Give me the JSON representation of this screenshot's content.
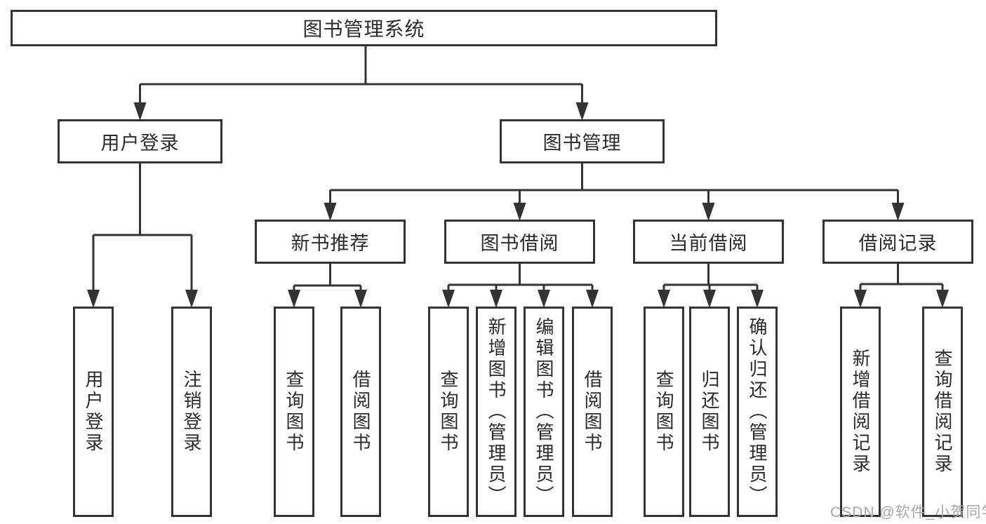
{
  "colors": {
    "background": "#ffffff",
    "line": "#333333",
    "box_border": "#333333",
    "box_fill": "#ffffff",
    "text": "#2b2b2b",
    "watermark": "#a8a8a8"
  },
  "root": {
    "label": "图书管理系统"
  },
  "branches": [
    {
      "label": "用户登录",
      "leaves": [
        "用户登录",
        "注销登录"
      ]
    },
    {
      "label": "图书管理",
      "groups": [
        {
          "label": "新书推荐",
          "leaves": [
            "查询图书",
            "借阅图书"
          ]
        },
        {
          "label": "图书借阅",
          "leaves": [
            "查询图书",
            "新增图书（管理员）",
            "编辑图书（管理员）",
            "借阅图书"
          ]
        },
        {
          "label": "当前借阅",
          "leaves": [
            "查询图书",
            "归还图书",
            "确认归还（管理员）"
          ]
        },
        {
          "label": "借阅记录",
          "leaves": [
            "新增借阅记录",
            "查询借阅记录"
          ]
        }
      ]
    }
  ],
  "watermark": {
    "text": "CSDN @软件_小贺同学"
  }
}
